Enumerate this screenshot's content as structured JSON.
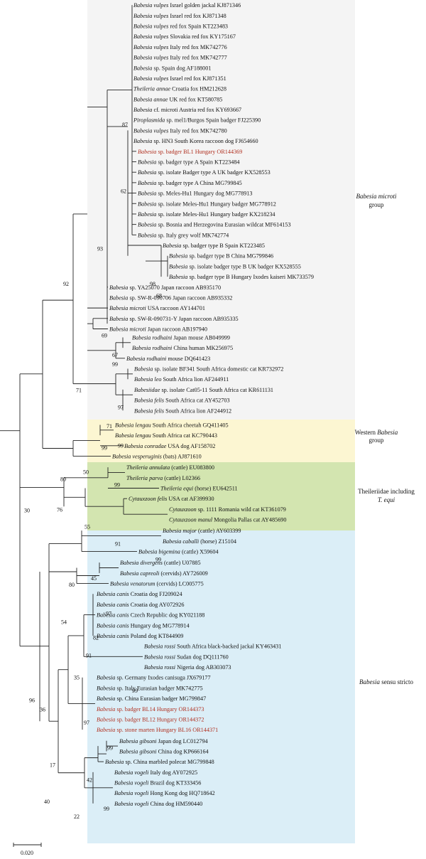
{
  "colors": {
    "band_microti": "#f4f4f4",
    "band_western": "#fcf6d2",
    "band_theileriidae": "#d3e5b0",
    "band_sensu_stricto": "#dbeef7",
    "highlight_text": "#b03020"
  },
  "groups": {
    "microti": [
      "Babesia microti",
      "group"
    ],
    "western": [
      "Western Babesia",
      "group"
    ],
    "theileriidae": [
      "Theileriidae including",
      "T. equi"
    ],
    "sensu_stricto": [
      "Babesia sensu stricto"
    ]
  },
  "tips": {
    "t1": {
      "genus": "Babesia vulpes",
      "rest": "Israel golden jackal KJ871346"
    },
    "t2": {
      "genus": "Babesia vulpes",
      "rest": "Israel red fox KJ871348"
    },
    "t3": {
      "genus": "Babesia vulpes",
      "rest": "red fox Spain KT223483"
    },
    "t4": {
      "genus": "Babesia vulpes",
      "rest": "Slovakia red fox KY175167"
    },
    "t5": {
      "genus": "Babesia vulpes",
      "rest": "Italy  red fox MK742776"
    },
    "t6": {
      "genus": "Babesia vulpes",
      "rest": "Italy red fox MK742777"
    },
    "t7": {
      "genus": "Babesia",
      "rest": "sp. Spain dog AF188001"
    },
    "t8": {
      "genus": "Babesia vulpes",
      "rest": "Israel red fox KJ871351"
    },
    "t9": {
      "genus": "Theileria annae",
      "rest": "Croatia fox HM212628"
    },
    "t10": {
      "genus": "Babesia annae",
      "rest": "UK red fox KT580785"
    },
    "t11": {
      "genus": "Babesia",
      "rest": "cf. microti Austria red fox KY693667"
    },
    "t12": {
      "genus": "Piroplasmida",
      "rest": "sp. mel1/Burgos Spain badger FJ225390"
    },
    "t13": {
      "genus": "Babesia vulpes",
      "rest": "Italy red fox MK742780"
    },
    "t14": {
      "genus": "Babesia",
      "rest": "sp. HN3 South Korea raccoon dog FJ654660"
    },
    "t15": {
      "genus": "Babesia",
      "rest": "sp. badger BL1 Hungary OR144369",
      "red": true
    },
    "t16": {
      "genus": "Babesia",
      "rest": "sp. badger type A Spain KT223484"
    },
    "t17": {
      "genus": "Babesia",
      "rest": "sp. isolate Badger type A UK badger KX528553"
    },
    "t18": {
      "genus": "Babesia",
      "rest": "sp. badger type A China MG799845"
    },
    "t19": {
      "genus": "Babesia",
      "rest": "sp. Meles-Hu1 Hungary dog MG778913"
    },
    "t20": {
      "genus": "Babesia",
      "rest": "sp. isolate Meles-Hu1 Hungary badger MG778912"
    },
    "t21": {
      "genus": "Babesia",
      "rest": "sp. isolate Meles-Hu1 Hungary badger KX218234"
    },
    "t22": {
      "genus": "Babesia",
      "rest": "sp. Bosnia and Herzegovina Eurasian wildcat MF614153"
    },
    "t23": {
      "genus": "Babesia",
      "rest": "sp. Italy grey wolf MK742774"
    },
    "t24": {
      "genus": "Babesia",
      "rest": "sp. badger type B Spain KT223485"
    },
    "t25": {
      "genus": "Babesia",
      "rest": "sp. badger type B China MG799846"
    },
    "t26": {
      "genus": "Babesia",
      "rest": "sp. isolate badger type B UK badger KX528555"
    },
    "t27": {
      "genus": "Babesia",
      "rest": "sp. badger type B Hungary Ixodes kaiseri MK733579"
    },
    "t28": {
      "genus": "Babesia",
      "rest": "sp. YA25070 Japan raccoon AB935170"
    },
    "t29": {
      "genus": "Babesia",
      "rest": "sp. SW-R-090706 Japan raccoon AB935332"
    },
    "t30": {
      "genus": "Babesia microti",
      "rest": "USA raccoon AY144701"
    },
    "t31": {
      "genus": "Babesia",
      "rest": "sp. SW-R-090731-Y Japan raccoon AB935335"
    },
    "t32": {
      "genus": "Babesia microti",
      "rest": "Japan raccoon AB197940"
    },
    "t33": {
      "genus": "Babesia rodhaini",
      "rest": "Japan mouse AB049999"
    },
    "t34": {
      "genus": "Babesia rodhaini",
      "rest": "China human MK256975"
    },
    "t35": {
      "genus": "Babesia rodhaini",
      "rest": "mouse DQ641423"
    },
    "t36": {
      "genus": "Babesia",
      "rest": "sp. isolate BF341 South Africa domestic cat KR732972"
    },
    "t37": {
      "genus": "Babesia leo",
      "rest": "South Africa lion AF244911"
    },
    "t38": {
      "genus": "Babesiidae",
      "rest": "sp. isolate Cat05-11 South Africa cat KR611131"
    },
    "t39": {
      "genus": "Babesia felis",
      "rest": "South Africa cat AY452703"
    },
    "t40": {
      "genus": "Babesia felis",
      "rest": "South Africa lion AF244912"
    },
    "t41": {
      "genus": "Babesia lengau",
      "rest": "South Africa cheetah GQ411405"
    },
    "t42": {
      "genus": "Babesia lengau",
      "rest": "South Africa cat KC790443"
    },
    "t43": {
      "genus": "Babesia conradae",
      "rest": "USA dog AF158702"
    },
    "t44": {
      "genus": "Babesia vesperuginis",
      "rest": "(bats) AJ871610"
    },
    "t45": {
      "genus": "Theileria annulata",
      "rest": "(cattle) EU083800"
    },
    "t46": {
      "genus": "Theileria parva",
      "rest": "(cattle) L02366"
    },
    "t47": {
      "genus": "Theileria equi",
      "rest": "(horse) EU642511"
    },
    "t48": {
      "genus": "Cytauxzoon felis",
      "rest": "USA cat AF399930"
    },
    "t49": {
      "genus": "Cytauxzoon",
      "rest": "sp. 1111 Romania wild cat KT361079"
    },
    "t50": {
      "genus": "Cytauxzoon manul",
      "rest": "Mongolia Pallas cat AY485690"
    },
    "t51": {
      "genus": "Babesia major",
      "rest": "(cattle) AY603399"
    },
    "t52": {
      "genus": "Babesia caballi",
      "rest": "(horse) Z15104"
    },
    "t53": {
      "genus": "Babesia bigemina",
      "rest": "(cattle) X59604"
    },
    "t54": {
      "genus": "Babesia divergens",
      "rest": "(cattle) U07885"
    },
    "t55": {
      "genus": "Babesia capreoli",
      "rest": "(cervids) AY726009"
    },
    "t56": {
      "genus": "Babesia venatorum",
      "rest": "(cervids) LC005775"
    },
    "t57": {
      "genus": "Babesia canis",
      "rest": "Croatia dog FJ209024"
    },
    "t58": {
      "genus": "Babesia canis",
      "rest": "Croatia dog AY072926"
    },
    "t59": {
      "genus": "Babesia canis",
      "rest": "Czech Republic dog KY021188"
    },
    "t60": {
      "genus": "Babesia canis",
      "rest": "Hungary dog MG778914"
    },
    "t61": {
      "genus": "Babesia canis",
      "rest": "Poland dog KT844909"
    },
    "t62": {
      "genus": "Babesia rossi",
      "rest": "South Africa black-backed jackal KY463431"
    },
    "t63": {
      "genus": "Babesia rossi",
      "rest": "Sudan dog DQ111760"
    },
    "t64": {
      "genus": "Babesia rossi",
      "rest": "Nigeria dog AB303073"
    },
    "t65": {
      "genus": "Babesia",
      "rest": "sp. Germany Ixodes canisuga JX679177"
    },
    "t66": {
      "genus": "Babesia",
      "rest": "sp. Italy Eurasian badger MK742775"
    },
    "t67": {
      "genus": "Babesia",
      "rest": "sp. China Eurasian badger MG799847"
    },
    "t68": {
      "genus": "Babesia",
      "rest": "sp. badger BL14 Hungary OR144373",
      "red": true
    },
    "t69": {
      "genus": "Babesia",
      "rest": "sp. badger BL12 Hungary OR144372",
      "red": true
    },
    "t70": {
      "genus": "Babesia",
      "rest": "sp. stone marten Hungary BL16 OR144371",
      "red": true
    },
    "t71": {
      "genus": "Babesia gibsoni",
      "rest": "Japan dog LC012794"
    },
    "t72": {
      "genus": "Babesia gibsoni",
      "rest": "China dog KP666164"
    },
    "t73": {
      "genus": "Babesia",
      "rest": "sp. China marbled polecat MG799848"
    },
    "t74": {
      "genus": "Babesia vogeli",
      "rest": "Italy dog AY072925"
    },
    "t75": {
      "genus": "Babesia vogeli",
      "rest": "Brazil dog KT333456"
    },
    "t76": {
      "genus": "Babesia vogeli",
      "rest": "Hong Kong dog HQ718642"
    },
    "t77": {
      "genus": "Babesia vogeli",
      "rest": "China dog HM590440"
    }
  },
  "bootstrap": {
    "b87": "87",
    "b62": "62",
    "b93": "93",
    "b98": "98",
    "b68": "68",
    "b92": "92",
    "b69": "69",
    "b67": "67",
    "b99a": "99",
    "b71a": "71",
    "b97a": "97",
    "b71b": "71",
    "b99b": "99",
    "b99c": "99",
    "b50": "50",
    "b80a": "80",
    "b30": "30",
    "b99d": "99",
    "b76": "76",
    "b55": "55",
    "b91a": "91",
    "b99e": "99",
    "b45": "45",
    "b80b": "80",
    "b97b": "97",
    "b54": "54",
    "b82": "82",
    "b91b": "91",
    "b35": "35",
    "b99f": "99",
    "b96": "96",
    "b36": "36",
    "b97c": "97",
    "b17": "17",
    "b99g": "99",
    "b42": "42",
    "b40": "40",
    "b99h": "99",
    "b22": "22"
  },
  "scale_bar": {
    "label": "0.020"
  }
}
